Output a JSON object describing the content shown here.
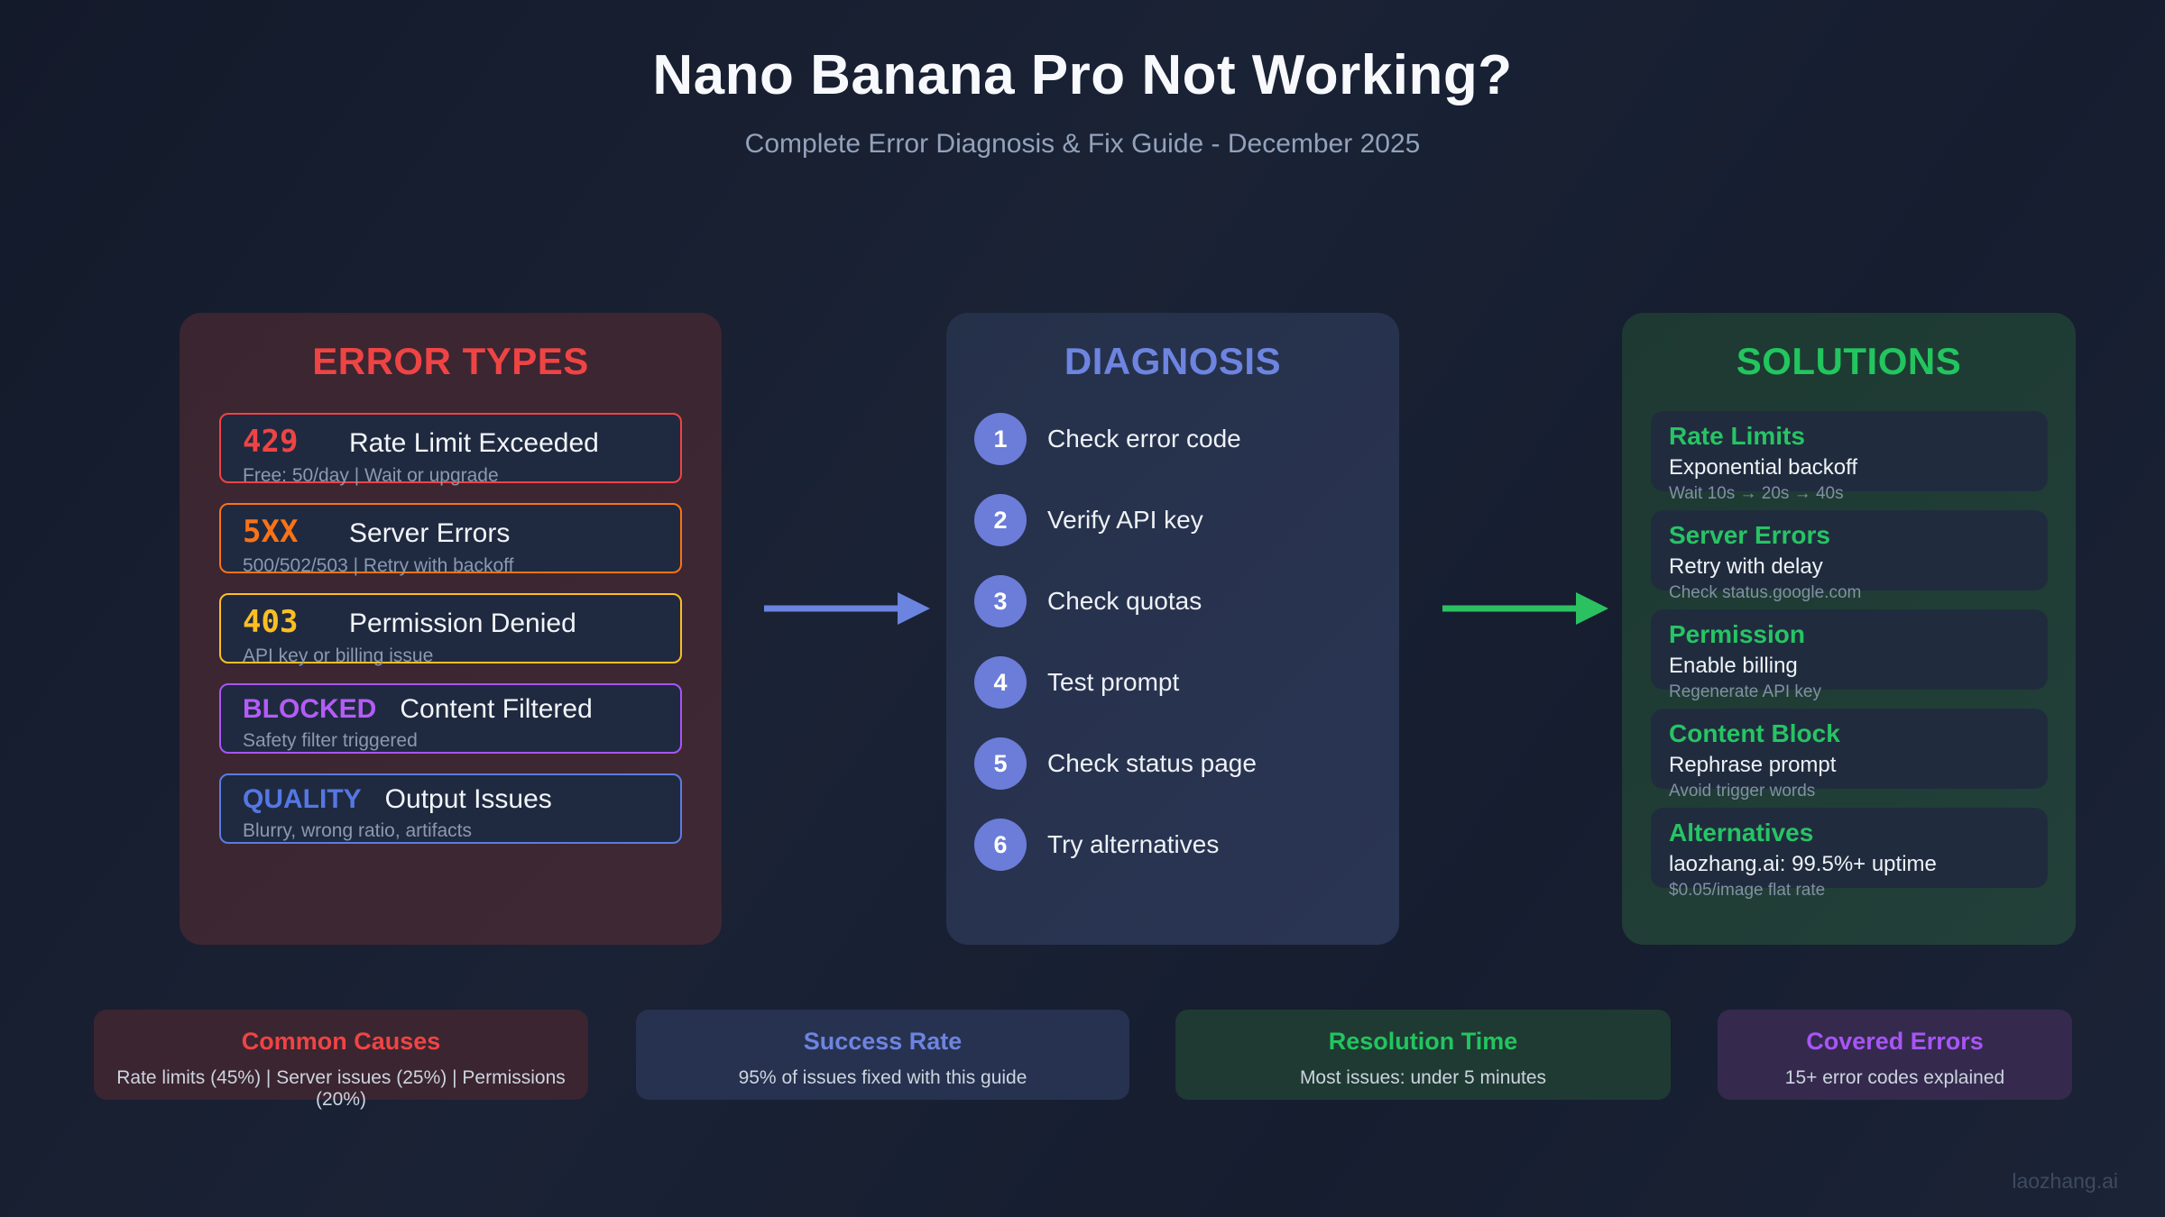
{
  "header": {
    "title": "Nano Banana Pro Not Working?",
    "subtitle": "Complete Error Diagnosis & Fix Guide - December 2025"
  },
  "colors": {
    "background": "#1a2235",
    "error_accent": "#ef4444",
    "orange_accent": "#f97316",
    "yellow_accent": "#fbbf24",
    "purple_accent": "#a855f7",
    "blue_accent": "#5b7ce0",
    "diagnosis_accent": "#6d84e0",
    "solutions_accent": "#22c55e",
    "error_panel_bg": "#3b2530",
    "diagnosis_panel_bg": "#253049",
    "solutions_panel_bg": "#1d3931",
    "card_bg": "#1f2a40",
    "arrow_blue": "#6b84e0",
    "arrow_green": "#2bc161"
  },
  "error_panel": {
    "title": "ERROR TYPES",
    "cards": [
      {
        "code": "429",
        "title": "Rate Limit Exceeded",
        "detail": "Free: 50/day | Wait or upgrade",
        "accent": "#ef4444"
      },
      {
        "code": "5XX",
        "title": "Server Errors",
        "detail": "500/502/503 | Retry with backoff",
        "accent": "#f97316"
      },
      {
        "code": "403",
        "title": "Permission Denied",
        "detail": "API key or billing issue",
        "accent": "#fbbf24"
      },
      {
        "code": "BLOCKED",
        "title": "Content Filtered",
        "detail": "Safety filter triggered",
        "accent": "#a855f7"
      },
      {
        "code": "QUALITY",
        "title": "Output Issues",
        "detail": "Blurry, wrong ratio, artifacts",
        "accent": "#5b7ce0"
      }
    ]
  },
  "diagnosis_panel": {
    "title": "DIAGNOSIS",
    "steps": [
      {
        "num": "1",
        "label": "Check error code"
      },
      {
        "num": "2",
        "label": "Verify API key"
      },
      {
        "num": "3",
        "label": "Check quotas"
      },
      {
        "num": "4",
        "label": "Test prompt"
      },
      {
        "num": "5",
        "label": "Check status page"
      },
      {
        "num": "6",
        "label": "Try alternatives"
      }
    ]
  },
  "solutions_panel": {
    "title": "SOLUTIONS",
    "cards": [
      {
        "title": "Rate Limits",
        "line1": "Exponential backoff",
        "line2": "Wait 10s → 20s → 40s"
      },
      {
        "title": "Server Errors",
        "line1": "Retry with delay",
        "line2": "Check status.google.com"
      },
      {
        "title": "Permission",
        "line1": "Enable billing",
        "line2": "Regenerate API key"
      },
      {
        "title": "Content Block",
        "line1": "Rephrase prompt",
        "line2": "Avoid trigger words"
      },
      {
        "title": "Alternatives",
        "line1": "laozhang.ai: 99.5%+ uptime",
        "line2": "$0.05/image flat rate"
      }
    ]
  },
  "stats": [
    {
      "title": "Common Causes",
      "subtitle": "Rate limits (45%) | Server issues (25%) | Permissions (20%)",
      "accent": "#ef4444",
      "bg": "#3b2531"
    },
    {
      "title": "Success Rate",
      "subtitle": "95% of issues fixed with this guide",
      "accent": "#6d84e0",
      "bg": "#273250"
    },
    {
      "title": "Resolution Time",
      "subtitle": "Most issues: under 5 minutes",
      "accent": "#22c55e",
      "bg": "#1f3a33"
    },
    {
      "title": "Covered Errors",
      "subtitle": "15+ error codes explained",
      "accent": "#a855f7",
      "bg": "#352a4e"
    }
  ],
  "watermark": "laozhang.ai"
}
